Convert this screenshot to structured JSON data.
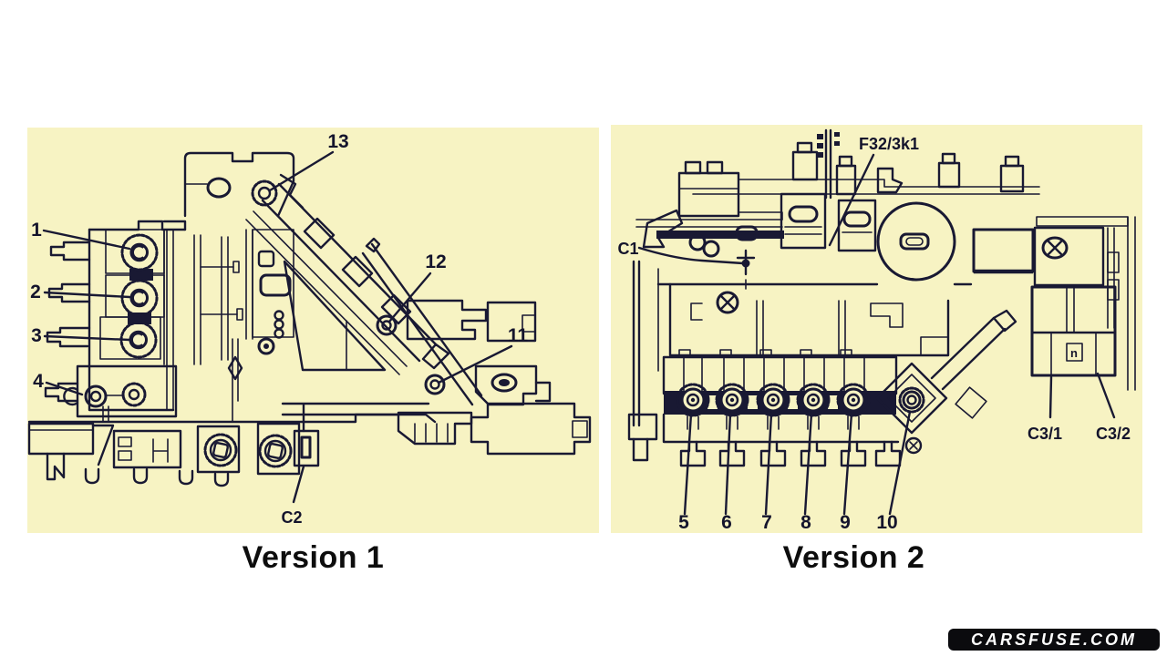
{
  "colors": {
    "page_bg": "#ffffff",
    "panel_bg": "#f7f3c3",
    "ink": "#191933",
    "caption_text": "#0d0d0d",
    "badge_bg": "#0b0b0e",
    "badge_fg": "#ffffff"
  },
  "diagram1": {
    "caption": "Version 1",
    "callouts": {
      "n1": "1",
      "n2": "2",
      "n3": "3",
      "n4": "4",
      "n11": "11",
      "n12": "12",
      "n13": "13",
      "c2": "C2"
    }
  },
  "diagram2": {
    "caption": "Version 2",
    "callouts": {
      "n5": "5",
      "n6": "6",
      "n7": "7",
      "n8": "8",
      "n9": "9",
      "n10": "10",
      "c1": "C1",
      "c31": "C3/1",
      "c32": "C3/2",
      "f32": "F32/3k1",
      "n_marking": "n"
    }
  },
  "watermark": {
    "text": "CARSFUSE.COM"
  }
}
